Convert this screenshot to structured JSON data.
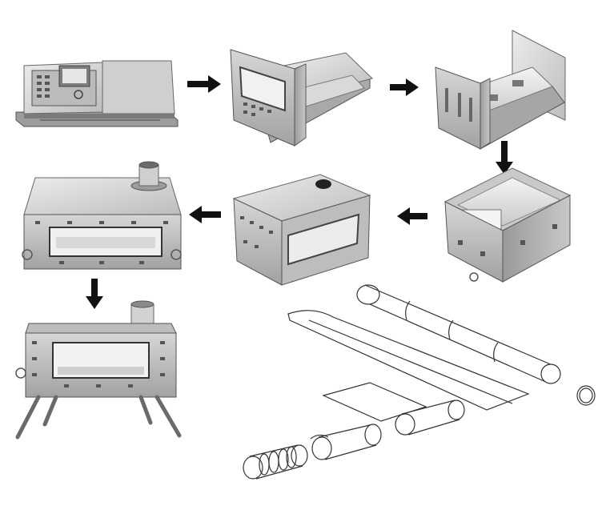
{
  "colors": {
    "background": "#ffffff",
    "steel_light": "#dcdcdc",
    "steel_mid": "#b8b8b8",
    "steel_dark": "#8a8a8a",
    "steel_shadow": "#5a5a5a",
    "arrow": "#111111",
    "line_art": "#333333"
  },
  "steps": [
    {
      "id": 1,
      "state": "folded-flat"
    },
    {
      "id": 2,
      "state": "front-panel-raised"
    },
    {
      "id": 3,
      "state": "back-panel-raised"
    },
    {
      "id": 4,
      "state": "open-box"
    },
    {
      "id": 5,
      "state": "box-with-top"
    },
    {
      "id": 6,
      "state": "assembled-with-chimney-collar"
    },
    {
      "id": 7,
      "state": "standing-on-legs"
    }
  ],
  "flow_arrows": [
    {
      "from": 1,
      "to": 2,
      "direction": "right"
    },
    {
      "from": 2,
      "to": 3,
      "direction": "right"
    },
    {
      "from": 3,
      "to": 4,
      "direction": "down"
    },
    {
      "from": 4,
      "to": 5,
      "direction": "left"
    },
    {
      "from": 5,
      "to": 6,
      "direction": "left"
    },
    {
      "from": 6,
      "to": 7,
      "direction": "down"
    }
  ],
  "chimney_parts": [
    {
      "part": "long-rolled-pipe"
    },
    {
      "part": "curved-flat-sheet"
    },
    {
      "part": "ring-clamp"
    },
    {
      "part": "small-flat-sheet"
    },
    {
      "part": "medium-pipe"
    },
    {
      "part": "short-pipe"
    },
    {
      "part": "spring-coil-section"
    }
  ]
}
